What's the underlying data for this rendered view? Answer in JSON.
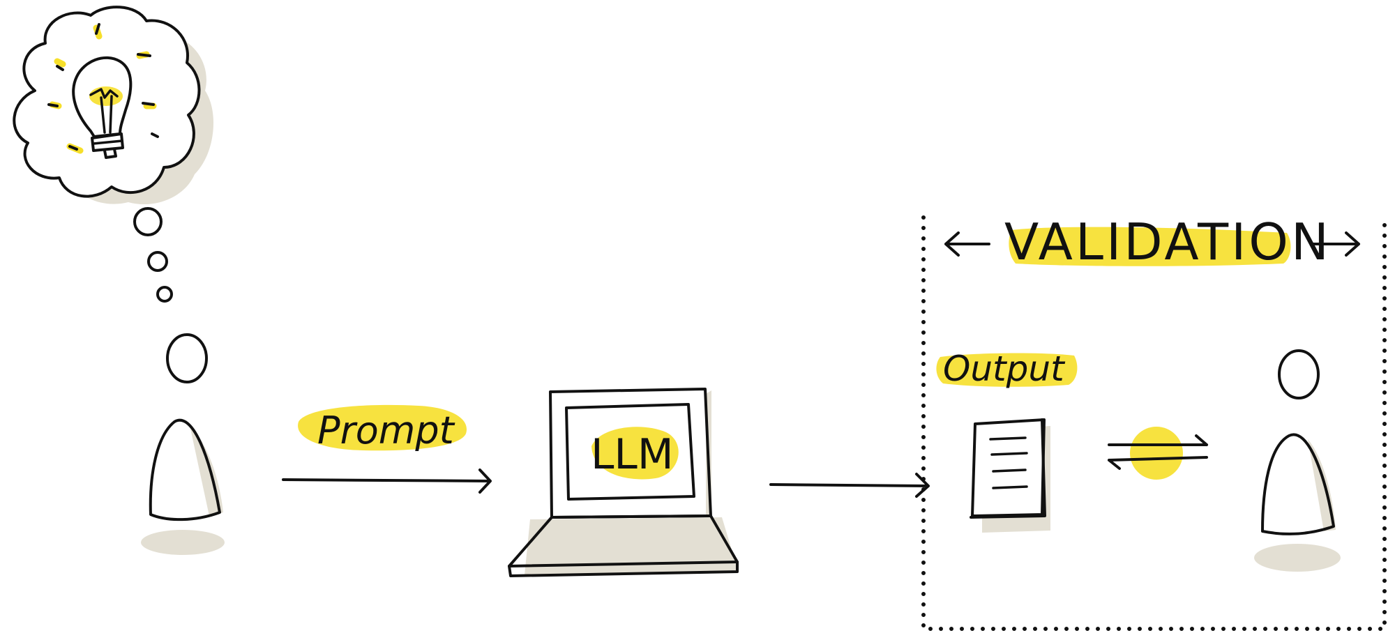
{
  "labels": {
    "prompt": "Prompt",
    "llm": "LLM",
    "output": "Output",
    "validation": "VALIDATION"
  },
  "colors": {
    "highlight": "#f6df2a",
    "shadow": "#e3dfd3",
    "ink": "#111111"
  },
  "icons": [
    "thought-bubble-icon",
    "lightbulb-icon",
    "person-icon",
    "laptop-icon",
    "document-icon",
    "exchange-arrows-icon",
    "arrow-icon"
  ]
}
